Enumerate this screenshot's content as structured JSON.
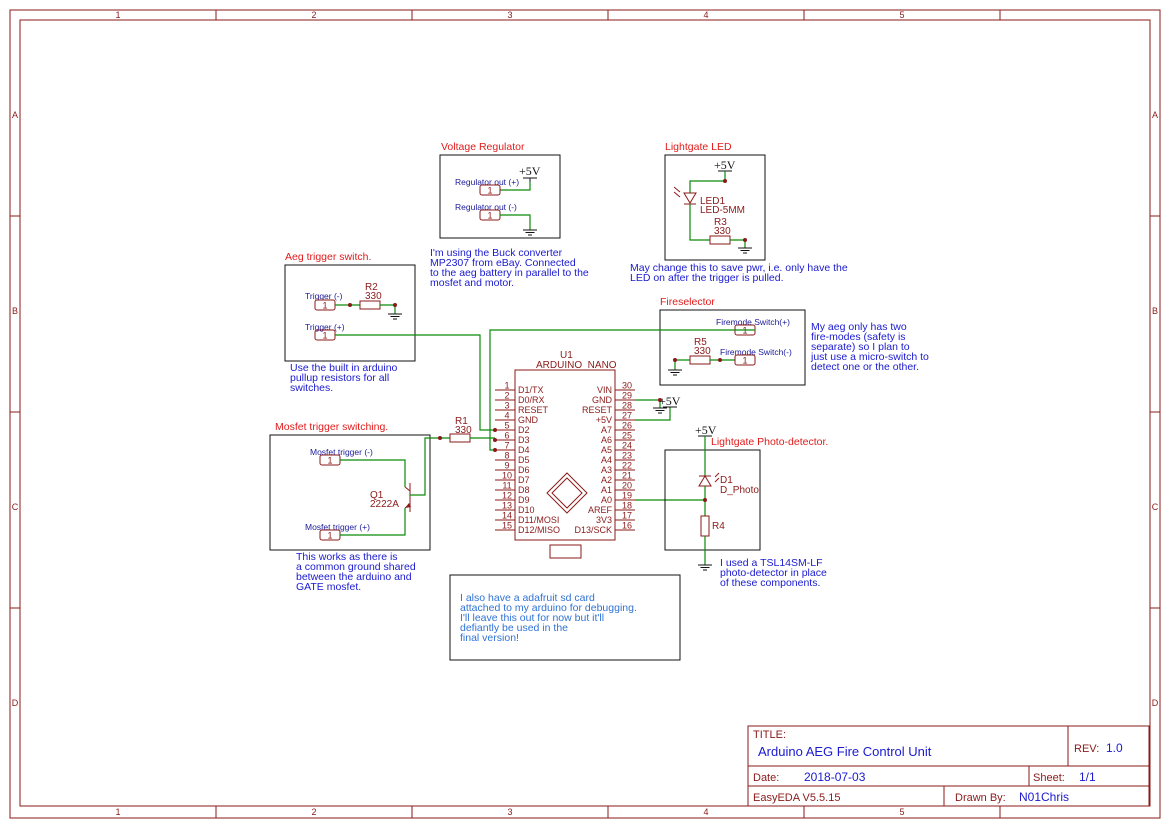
{
  "frame": {
    "columns": [
      "1",
      "2",
      "3",
      "4",
      "5"
    ],
    "rows": [
      "A",
      "B",
      "C",
      "D"
    ]
  },
  "blocks": {
    "voltage_regulator": {
      "title": "Voltage Regulator",
      "power": "+5V",
      "net_pos": "Regulator out (+)",
      "net_neg": "Regulator out (-)",
      "pin": "1",
      "note": [
        "I'm using the Buck converter",
        "MP2307 from eBay. Connected",
        "to the aeg battery in parallel to the",
        "mosfet and motor."
      ]
    },
    "lightgate_led": {
      "title": "Lightgate LED",
      "power": "+5V",
      "led_ref": "LED1",
      "led_val": "LED-5MM",
      "res_ref": "R3",
      "res_val": "330",
      "note": [
        "May change this to save pwr, i.e. only have the",
        "LED on after the trigger is pulled."
      ]
    },
    "aeg_trigger": {
      "title": "Aeg trigger switch.",
      "net_neg": "Trigger (-)",
      "net_pos": "Trigger (+)",
      "pin": "1",
      "res_ref": "R2",
      "res_val": "330",
      "note": [
        "Use the built in arduino",
        "pullup resistors for all",
        "switches."
      ]
    },
    "fireselector": {
      "title": "Fireselector",
      "net_pos": "Firemode Switch(+)",
      "net_neg": "Firemode Switch(-)",
      "pin": "1",
      "res_ref": "R5",
      "res_val": "330",
      "note": [
        "My aeg only has two",
        "fire-modes (safety is",
        "separate) so I plan to",
        "just use a micro-switch to",
        "detect one or the other."
      ]
    },
    "mosfet": {
      "title": "Mosfet trigger switching.",
      "net_neg": "Mosfet trigger (-)",
      "net_pos": "Mosfet trigger (+)",
      "pin": "1",
      "q_ref": "Q1",
      "q_val": "2222A",
      "res_ref": "R1",
      "res_val": "330",
      "note": [
        "This works as there is",
        "a common ground shared",
        "between the arduino and",
        "GATE mosfet."
      ]
    },
    "photo": {
      "title": "Lightgate Photo-detector.",
      "power": "+5V",
      "d_ref": "D1",
      "d_val": "D_Photo",
      "res_ref": "R4",
      "note": [
        "I used a TSL14SM-LF",
        "photo-detector in place",
        "of these components."
      ]
    },
    "sd_note": [
      "I also have a adafruit sd card",
      "attached to my arduino for debugging.",
      "I'll leave this out for now but it'll",
      "defiantly be used in the",
      "final version!"
    ]
  },
  "arduino": {
    "ref": "U1",
    "name": "ARDUINO_NANO",
    "power": "+5V",
    "left_pins": [
      {
        "num": "1",
        "name": "D1/TX"
      },
      {
        "num": "2",
        "name": "D0/RX"
      },
      {
        "num": "3",
        "name": "RESET"
      },
      {
        "num": "4",
        "name": "GND"
      },
      {
        "num": "5",
        "name": "D2"
      },
      {
        "num": "6",
        "name": "D3"
      },
      {
        "num": "7",
        "name": "D4"
      },
      {
        "num": "8",
        "name": "D5"
      },
      {
        "num": "9",
        "name": "D6"
      },
      {
        "num": "10",
        "name": "D7"
      },
      {
        "num": "11",
        "name": "D8"
      },
      {
        "num": "12",
        "name": "D9"
      },
      {
        "num": "13",
        "name": "D10"
      },
      {
        "num": "14",
        "name": "D11/MOSI"
      },
      {
        "num": "15",
        "name": "D12/MISO"
      }
    ],
    "right_pins": [
      {
        "num": "30",
        "name": "VIN"
      },
      {
        "num": "29",
        "name": "GND"
      },
      {
        "num": "28",
        "name": "RESET"
      },
      {
        "num": "27",
        "name": "+5V"
      },
      {
        "num": "26",
        "name": "A7"
      },
      {
        "num": "25",
        "name": "A6"
      },
      {
        "num": "24",
        "name": "A5"
      },
      {
        "num": "23",
        "name": "A4"
      },
      {
        "num": "22",
        "name": "A3"
      },
      {
        "num": "21",
        "name": "A2"
      },
      {
        "num": "20",
        "name": "A1"
      },
      {
        "num": "19",
        "name": "A0"
      },
      {
        "num": "18",
        "name": "AREF"
      },
      {
        "num": "17",
        "name": "3V3"
      },
      {
        "num": "16",
        "name": "D13/SCK"
      }
    ]
  },
  "title_block": {
    "title_key": "TITLE:",
    "title": "Arduino AEG Fire Control Unit",
    "rev_key": "REV:",
    "rev": "1.0",
    "date_key": "Date:",
    "date": "2018-07-03",
    "sheet_key": "Sheet:",
    "sheet": "1/1",
    "tool": "EasyEDA V5.5.15",
    "drawn_key": "Drawn By:",
    "drawn": "N01Chris"
  },
  "colors": {
    "frame": "#8b1a1a",
    "wire": "#0a8a0a",
    "net_label": "#1a1a9a",
    "block_title": "#e01b1b",
    "note": "#1a1ad0",
    "sd_note": "#2f73d6"
  }
}
